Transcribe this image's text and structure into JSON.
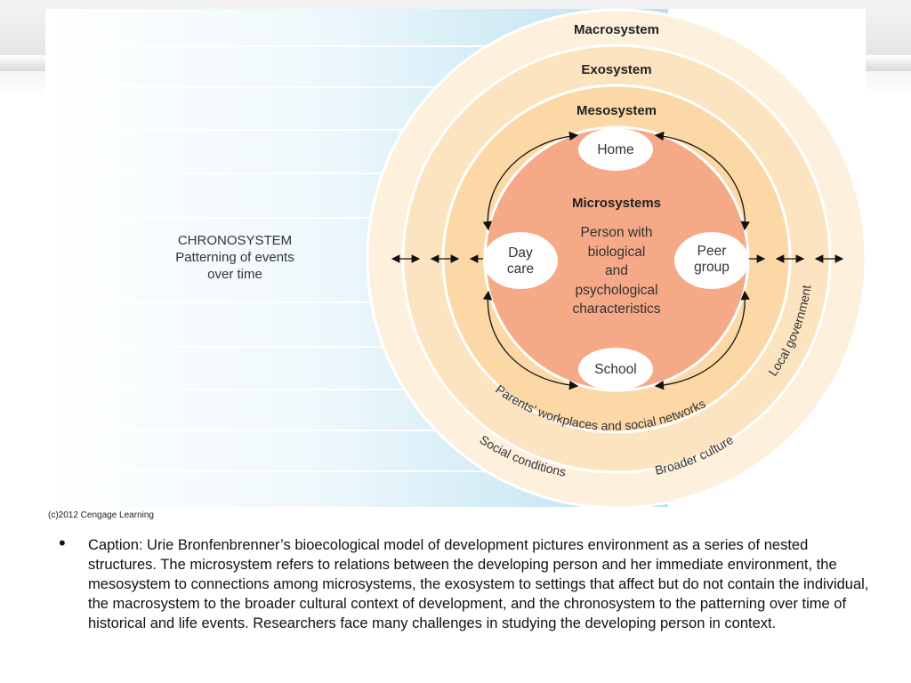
{
  "figure": {
    "credit": "(c)2012 Cengage Learning",
    "levels": {
      "macrosystem": "Macrosystem",
      "exosystem": "Exosystem",
      "mesosystem": "Mesosystem",
      "microsystems": "Microsystems"
    },
    "chronosystem": [
      "CHRONOSYSTEM",
      "Patterning of events",
      "over time"
    ],
    "person": [
      "Person with",
      "biological",
      "and",
      "psychological",
      "characteristics"
    ],
    "settings": {
      "home": "Home",
      "daycare": [
        "Day",
        "care"
      ],
      "peer": [
        "Peer",
        "group"
      ],
      "school": "School"
    },
    "curved": {
      "local_government": "Local government",
      "parents_workplaces": "Parents' workplaces and social networks",
      "social_conditions": "Social conditions",
      "broader_culture": "Broader culture"
    },
    "colors": {
      "chrono_blue": "#c8e8f4",
      "macro": "#fdf1dd",
      "exo": "#fce4c0",
      "meso": "#fbd8a6",
      "micro": "#f5a987",
      "home_bubble": "#ffffff"
    }
  },
  "caption": {
    "bullet": "•",
    "text": "Caption: Urie Bronfenbrenner’s bioecological model of development pictures environment as a series of nested structures. The microsystem refers to relations between the developing person and her immediate environment, the mesosystem to connections among microsystems, the exosystem to settings that affect but do not contain the individual, the macrosystem to the broader cultural context of development, and the chronosystem to the patterning over time of historical and life events.  Researchers face many challenges in studying the developing person in context."
  }
}
